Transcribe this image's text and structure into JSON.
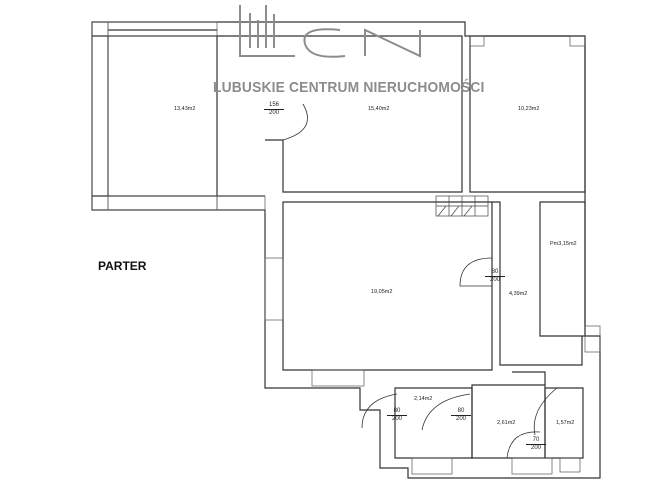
{
  "watermark": {
    "company": "LUBUSKIE CENTRUM NIERUCHOMOŚCI",
    "logo_letters": "LCN",
    "color": "#8c8c8c"
  },
  "floor_label": "PARTER",
  "rooms": [
    {
      "area": "13,43m2"
    },
    {
      "area": "15,40m2"
    },
    {
      "area": "10,23m2"
    },
    {
      "area": "19,05m2"
    },
    {
      "area": "Pm3,15m2"
    },
    {
      "area": "4,39m2"
    },
    {
      "area": "2,14m2"
    },
    {
      "area": "2,61m2"
    },
    {
      "area": "1,57m2"
    }
  ],
  "doors": [
    {
      "width": "156",
      "height": "200"
    },
    {
      "width": "80",
      "height": "200"
    },
    {
      "width": "80",
      "height": "200"
    },
    {
      "width": "80",
      "height": "200"
    },
    {
      "width": "70",
      "height": "200"
    }
  ],
  "colors": {
    "wall": "#333333",
    "fill": "#ffffff"
  }
}
